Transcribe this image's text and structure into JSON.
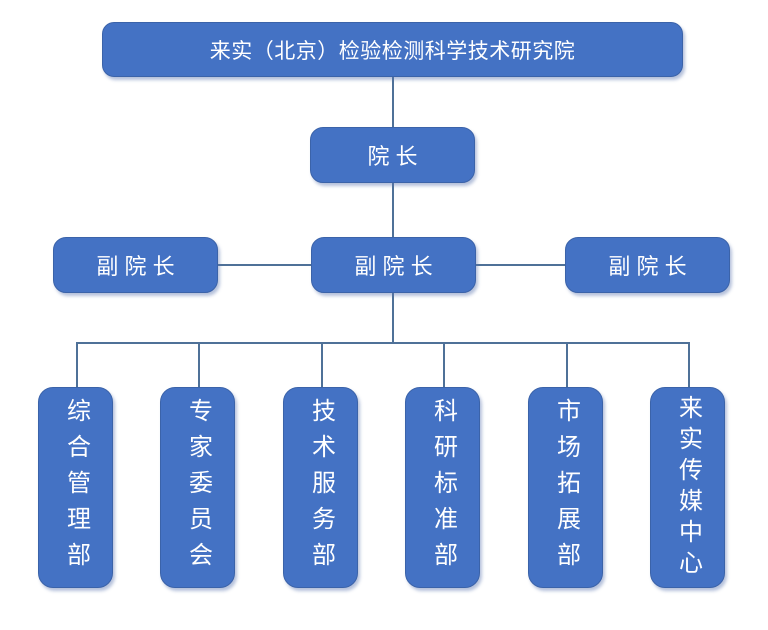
{
  "org_chart": {
    "root": {
      "label": "来实（北京）检验检测科学技术研究院"
    },
    "director": {
      "label": "院 长"
    },
    "deputies": [
      {
        "label": "副 院 长"
      },
      {
        "label": "副 院 长"
      },
      {
        "label": "副 院 长"
      }
    ],
    "departments": [
      {
        "label": "综合管理部"
      },
      {
        "label": "专家委员会"
      },
      {
        "label": "技术服务部"
      },
      {
        "label": "科研标准部"
      },
      {
        "label": "市场拓展部"
      },
      {
        "label": "来实传媒中心"
      }
    ],
    "colors": {
      "box_fill": "#4472c4",
      "box_border": "#3b63a9",
      "connector": "#4f7198",
      "text": "#ffffff",
      "background": "#ffffff"
    }
  }
}
